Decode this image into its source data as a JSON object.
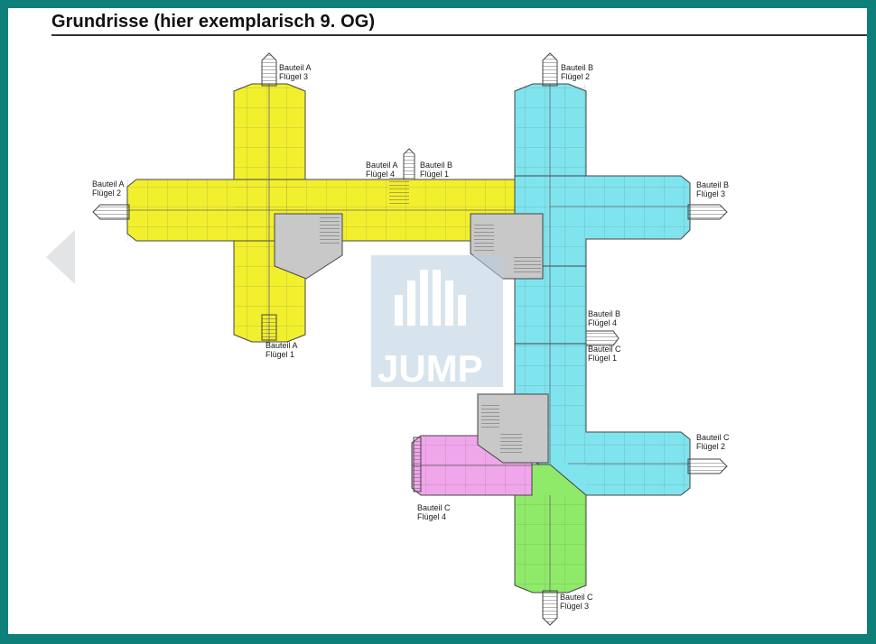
{
  "title": "Grundrisse (hier exemplarisch 9. OG)",
  "watermark": "JUMP",
  "colors": {
    "frame": "#0f7f7a",
    "bauteil_a": "#f2ef2e",
    "bauteil_b": "#7fe4ee",
    "bauteil_c_fluegel_3": "#8fea6a",
    "bauteil_c_fluegel_4": "#f0a6ea",
    "core": "#c8c8c8"
  },
  "labels": {
    "a1": [
      "Bauteil A",
      "Flügel 1"
    ],
    "a2": [
      "Bauteil A",
      "Flügel 2"
    ],
    "a3": [
      "Bauteil A",
      "Flügel 3"
    ],
    "a4": [
      "Bauteil A",
      "Flügel 4"
    ],
    "b1": [
      "Bauteil B",
      "Flügel 1"
    ],
    "b2": [
      "Bauteil B",
      "Flügel 2"
    ],
    "b3": [
      "Bauteil B",
      "Flügel 3"
    ],
    "b4": [
      "Bauteil B",
      "Flügel 4"
    ],
    "c1": [
      "Bauteil C",
      "Flügel 1"
    ],
    "c2": [
      "Bauteil C",
      "Flügel 2"
    ],
    "c3": [
      "Bauteil C",
      "Flügel 3"
    ],
    "c4": [
      "Bauteil C",
      "Flügel 4"
    ]
  }
}
